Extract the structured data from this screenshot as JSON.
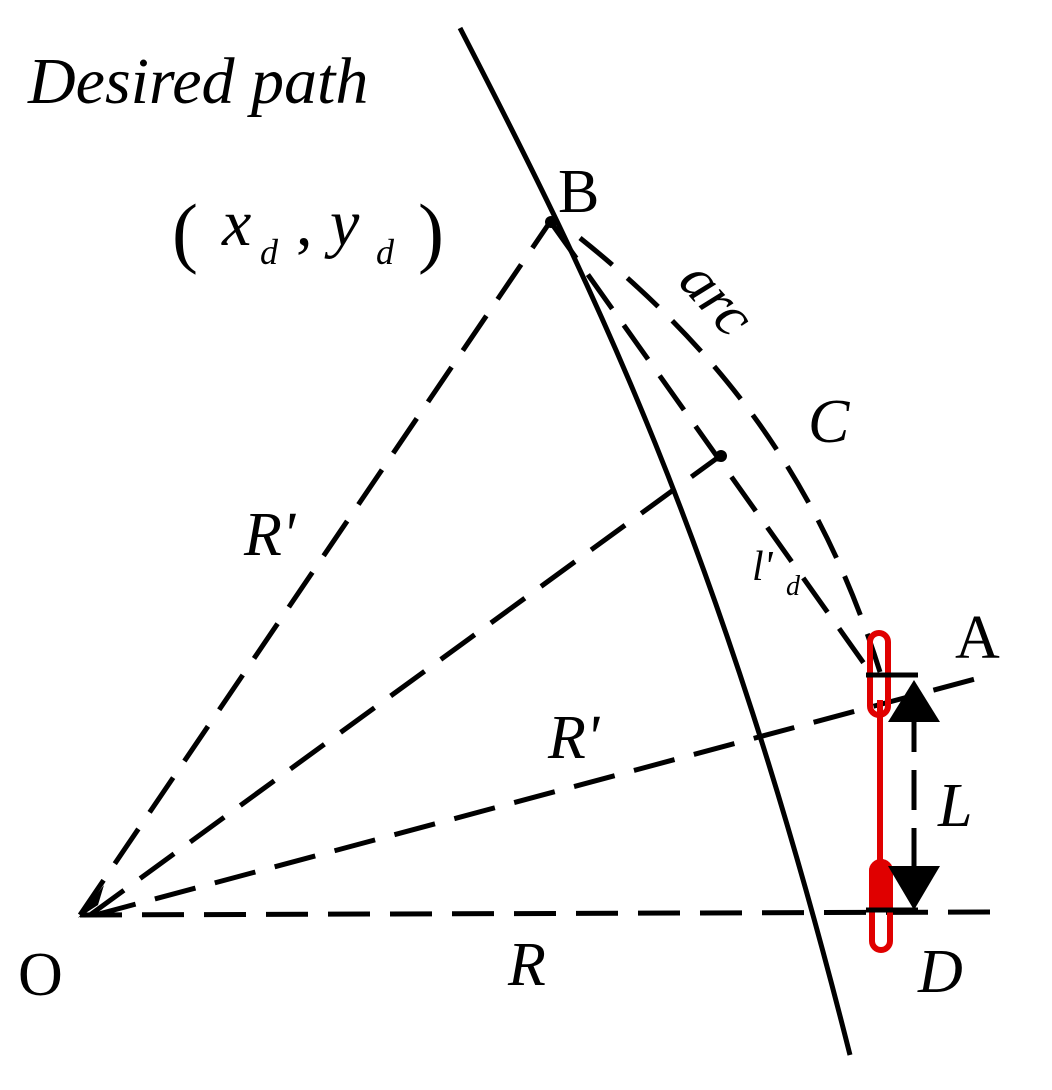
{
  "title": "Desired path",
  "coord": {
    "open": "(",
    "x": "x",
    "x_sub": "d",
    "comma": ",",
    "y": "y",
    "y_sub": "d",
    "close": ")"
  },
  "points": {
    "B": "B",
    "O": "O",
    "A": "A",
    "C": "C",
    "D": "D"
  },
  "labels": {
    "arc": "arc",
    "R_prime_upper": "R'",
    "R_prime_lower": "R'",
    "R": "R",
    "L": "L",
    "l_prime": "l'",
    "l_sub": "d"
  },
  "colors": {
    "ink": "#000000",
    "vehicle": "#e00000"
  }
}
